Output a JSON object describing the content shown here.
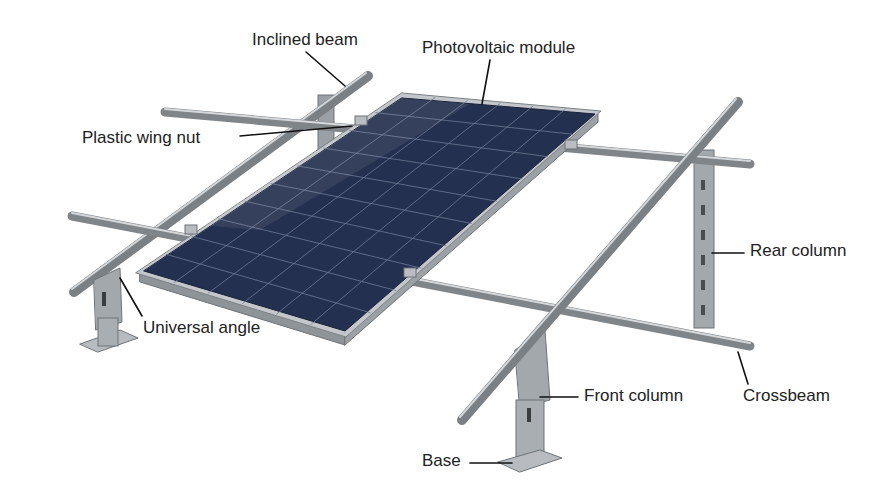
{
  "diagram": {
    "labels": [
      "Inclined beam",
      "Photovoltaic module",
      "Plastic wing nut",
      "Rear column",
      "Universal angle",
      "Front column",
      "Crossbeam",
      "Base"
    ]
  }
}
